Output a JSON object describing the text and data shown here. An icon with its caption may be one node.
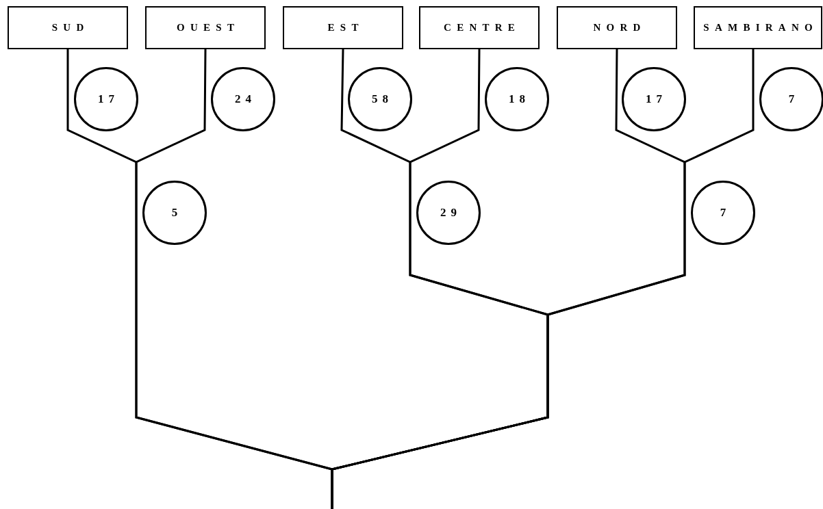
{
  "diagram": {
    "nodes": [
      {
        "text": [
          "SUD"
        ]
      },
      {
        "text": [
          "OUEST"
        ]
      },
      {
        "text": [
          "EST"
        ]
      },
      {
        "text": [
          "CENTRE"
        ]
      },
      {
        "text": [
          "NORD"
        ]
      },
      {
        "text": [
          "SAMBIRANO"
        ]
      },
      {
        "text": [
          "17"
        ]
      },
      {
        "text": [
          "24"
        ]
      },
      {
        "text": [
          "58"
        ]
      },
      {
        "text": [
          "18"
        ]
      },
      {
        "text": [
          "17"
        ]
      },
      {
        "text": [
          "7"
        ]
      },
      {
        "text": [
          "5"
        ]
      },
      {
        "text": [
          "29"
        ]
      },
      {
        "text": [
          "7"
        ]
      }
    ],
    "edges": [
      {
        "from": 0,
        "to": null,
        "arrow": "none"
      },
      {
        "from": 1,
        "to": null,
        "arrow": "none"
      },
      {
        "from": 2,
        "to": null,
        "arrow": "none"
      },
      {
        "from": 3,
        "to": null,
        "arrow": "none"
      },
      {
        "from": 4,
        "to": null,
        "arrow": "none"
      },
      {
        "from": 5,
        "to": null,
        "arrow": "none"
      }
    ]
  }
}
